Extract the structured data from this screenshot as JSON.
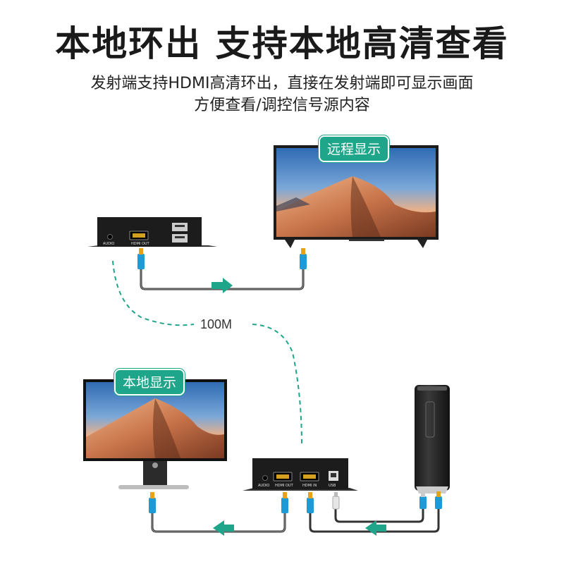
{
  "headline": "本地环出 支持本地高清查看",
  "subtitle_line1": "发射端支持HDMI高清环出，直接在发射端即可显示画面",
  "subtitle_line2": "方便查看/调控信号源内容",
  "remote_badge": "远程显示",
  "local_badge": "本地显示",
  "distance_label": "100M",
  "receiver": {
    "port_labels": [
      "AUDIO",
      "HDMI OUT"
    ]
  },
  "transmitter": {
    "port_labels": [
      "AUDIO",
      "HDMI OUT",
      "HDMI IN",
      "USB"
    ]
  },
  "colors": {
    "badge": "#1fa58a",
    "arrow": "#1fa58a",
    "dashed_line": "#1fa58a",
    "cable_connector": "#1e9ad6",
    "connector_tip": "#e8a21a"
  }
}
